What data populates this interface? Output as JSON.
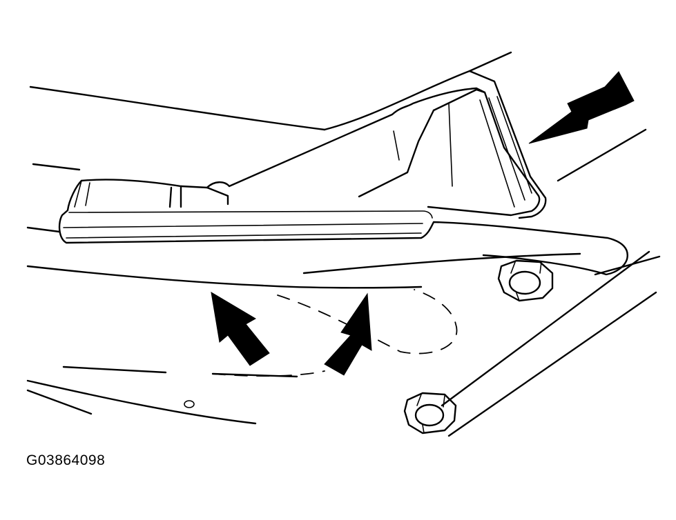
{
  "figure": {
    "id_label": "G03864098"
  },
  "colors": {
    "line": "#000000",
    "background": "#ffffff"
  },
  "components": [
    "skid-plate",
    "mounting-bolt",
    "mounting-bolt",
    "callout-arrow",
    "callout-arrow",
    "callout-arrow"
  ]
}
